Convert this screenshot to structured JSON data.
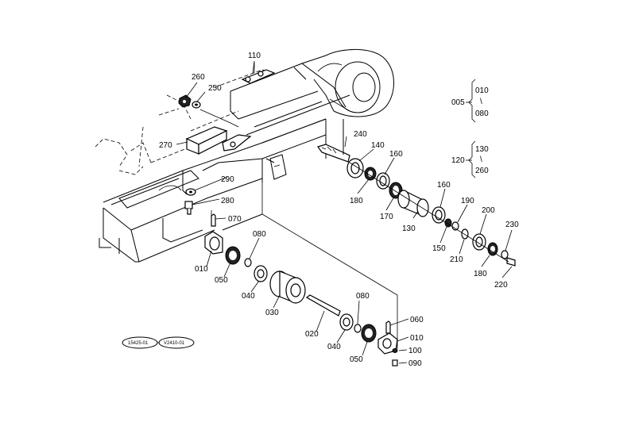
{
  "labels": {
    "l110": "110",
    "l260a": "260",
    "l250": "250",
    "l270": "270",
    "l240": "240",
    "l140": "140",
    "l160a": "160",
    "l180a": "180",
    "l170": "170",
    "l290": "290",
    "l280": "280",
    "l070": "070",
    "l010a": "010",
    "l050a": "050",
    "l080a": "080",
    "l040a": "040",
    "l030": "030",
    "l020": "020",
    "l080b": "080",
    "l040b": "040",
    "l050b": "050",
    "l060": "060",
    "l010b": "010",
    "l100": "100",
    "l090": "090",
    "l130": "130",
    "l160b": "160",
    "l150": "150",
    "l190": "190",
    "l210": "210",
    "l200": "200",
    "l180b": "180",
    "l230": "230",
    "l220": "220"
  },
  "groups": {
    "g005": {
      "id": "005",
      "top": "010",
      "sep": "\\",
      "bottom": "080"
    },
    "g120": {
      "id": "120",
      "top": "130",
      "sep": "\\",
      "bottom": "260"
    }
  },
  "badges": {
    "left": "15425-01",
    "right": "V2410-01"
  }
}
